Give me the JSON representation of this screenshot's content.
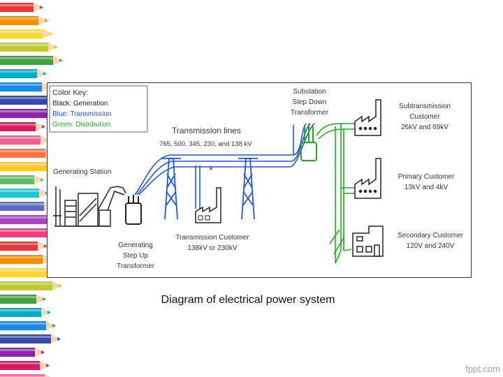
{
  "slide": {
    "caption": "Diagram of electrical power system",
    "watermark": "fppt.com"
  },
  "diagram": {
    "color_key": {
      "title": "Color Key:",
      "generation": "Black:  Generation",
      "transmission": "Blue:    Transmission",
      "distribution": "Green: Distribution"
    },
    "labels": {
      "transmission_lines": "Transmission lines",
      "voltages": "765, 500, 345, 230, and 138 kV",
      "generating_station": "Generating Station",
      "step_up_1": "Generating",
      "step_up_2": "Step Up",
      "step_up_3": "Transformer",
      "tc_1": "Transmission Customer",
      "tc_2": "138kV or 230kV",
      "sub_1": "Substation",
      "sub_2": "Step Down",
      "sub_3": "Transformer",
      "subt_1": "Subtransmission",
      "subt_2": "Customer",
      "subt_3": "26kV and 69kV",
      "prim_1": "Primary Customer",
      "prim_2": "13kV and 4kV",
      "sec_1": "Secondary Customer",
      "sec_2": "120V and 240V"
    },
    "colors": {
      "generation": "#222222",
      "transmission": "#2255dd",
      "distribution": "#22aa22"
    }
  }
}
